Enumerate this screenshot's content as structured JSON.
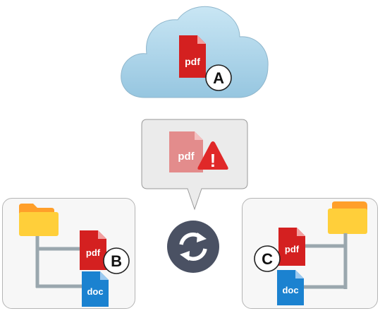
{
  "cloud": {
    "file": {
      "type_label": "pdf"
    },
    "badge_label": "A"
  },
  "conflict_popup": {
    "file": {
      "type_label": "pdf"
    },
    "warning_symbol": "!"
  },
  "sync_icon": "sync-arrows",
  "left_device": {
    "folder_icon": "folder-icon",
    "files": [
      {
        "type_label": "pdf"
      },
      {
        "type_label": "doc"
      }
    ],
    "badge_label": "B"
  },
  "right_device": {
    "folder_icon": "folder-icon",
    "files": [
      {
        "type_label": "pdf"
      },
      {
        "type_label": "doc"
      }
    ],
    "badge_label": "C"
  },
  "colors": {
    "cloud": "#a9d3ea",
    "pdf": "#d42020",
    "pdf_faded": "#e38c8c",
    "doc": "#1b82d0",
    "folder": "#ffcf3a",
    "folder_tab": "#ff9f2a",
    "connector": "#9aa7ae",
    "sync_circle": "#4a5163",
    "warning": "#e02828"
  }
}
